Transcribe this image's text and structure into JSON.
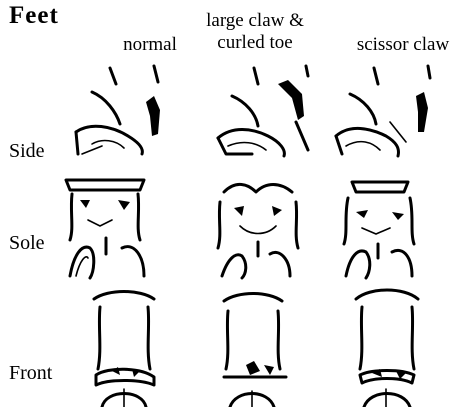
{
  "title": "Feet",
  "columns": [
    {
      "line1": "normal",
      "line2": ""
    },
    {
      "line1": "large claw &",
      "line2": "curled toe"
    },
    {
      "line1": "scissor claw",
      "line2": ""
    }
  ],
  "rows": [
    "Side",
    "Sole",
    "Front"
  ],
  "icons": {
    "side_view": "foot-side-sketch-icon",
    "sole_view": "foot-sole-sketch-icon",
    "front_view": "foot-front-sketch-icon"
  }
}
